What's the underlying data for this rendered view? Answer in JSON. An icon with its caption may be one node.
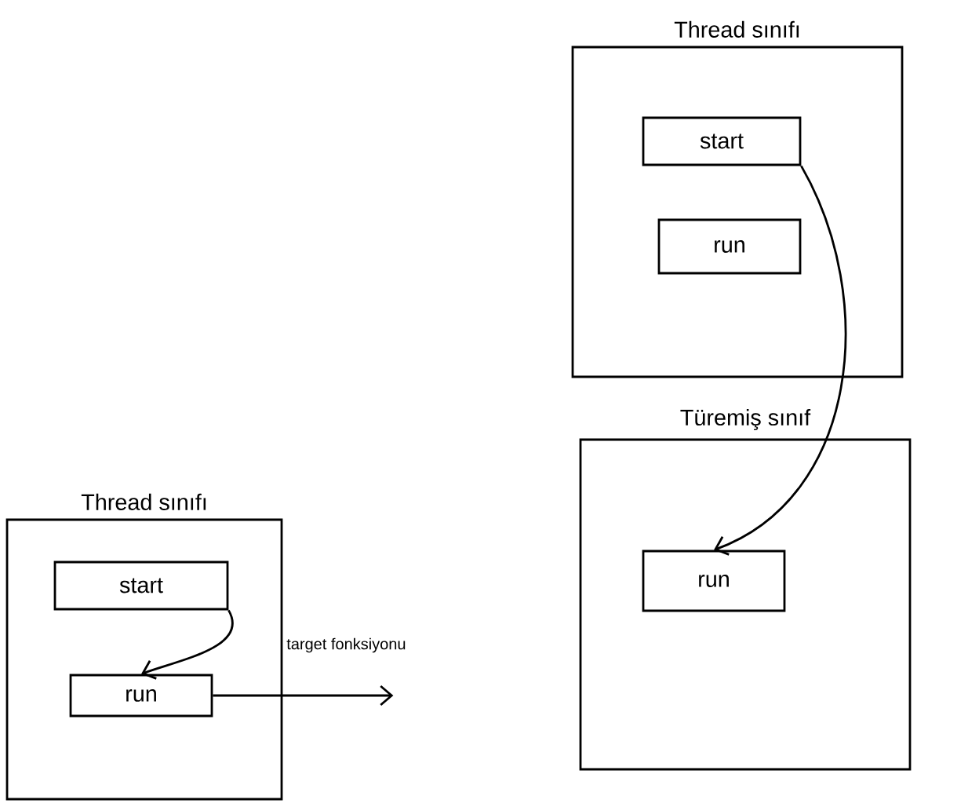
{
  "diagram": {
    "nodes": [
      {
        "text": [
          "Thread sınıfı"
        ]
      },
      {
        "text": [
          "start"
        ],
        "in": 0
      },
      {
        "text": [
          "run"
        ],
        "in": 0
      },
      {
        "text": [
          "Türemiş sınıf"
        ]
      },
      {
        "text": [
          "run"
        ],
        "in": 3
      },
      {
        "text": [
          "Thread sınıfı"
        ]
      },
      {
        "text": [
          "start"
        ],
        "in": 5
      },
      {
        "text": [
          "run"
        ],
        "in": 5
      }
    ],
    "edges": [
      {
        "from": 1,
        "to": 4,
        "arrow": "to"
      },
      {
        "from": 6,
        "to": 7,
        "arrow": "to"
      },
      {
        "from": 7,
        "to": null,
        "arrow": "to",
        "label": "target fonksiyonu"
      }
    ]
  }
}
